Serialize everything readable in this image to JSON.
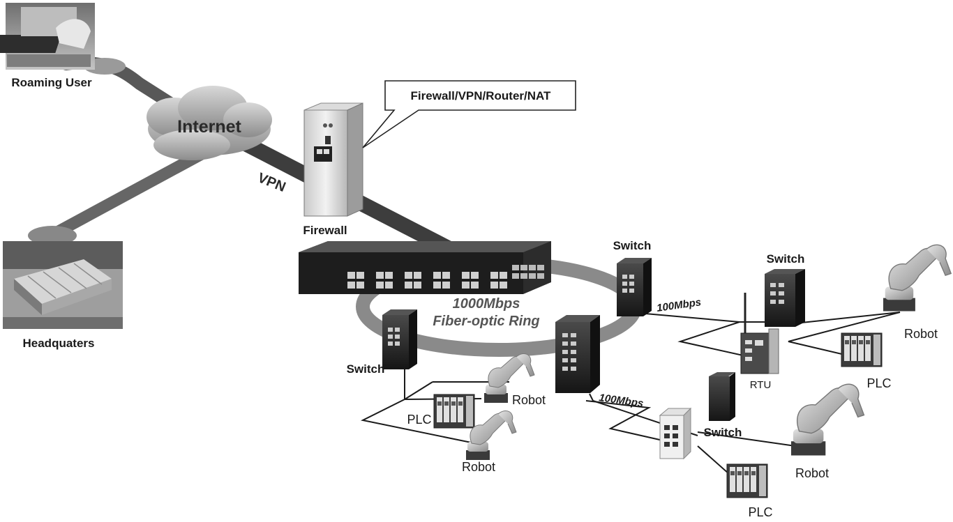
{
  "labels": {
    "roaming_user": "Roaming User",
    "internet": "Internet",
    "vpn": "VPN",
    "firewall": "Firewall",
    "callout": "Firewall/VPN/Router/NAT",
    "headquarters": "Headquaters",
    "ring_speed": "1000Mbps",
    "ring_type": "Fiber-optic Ring",
    "switch": "Switch",
    "rtu": "RTU",
    "plc": "PLC",
    "robot": "Robot",
    "link_speed": "100Mbps"
  }
}
